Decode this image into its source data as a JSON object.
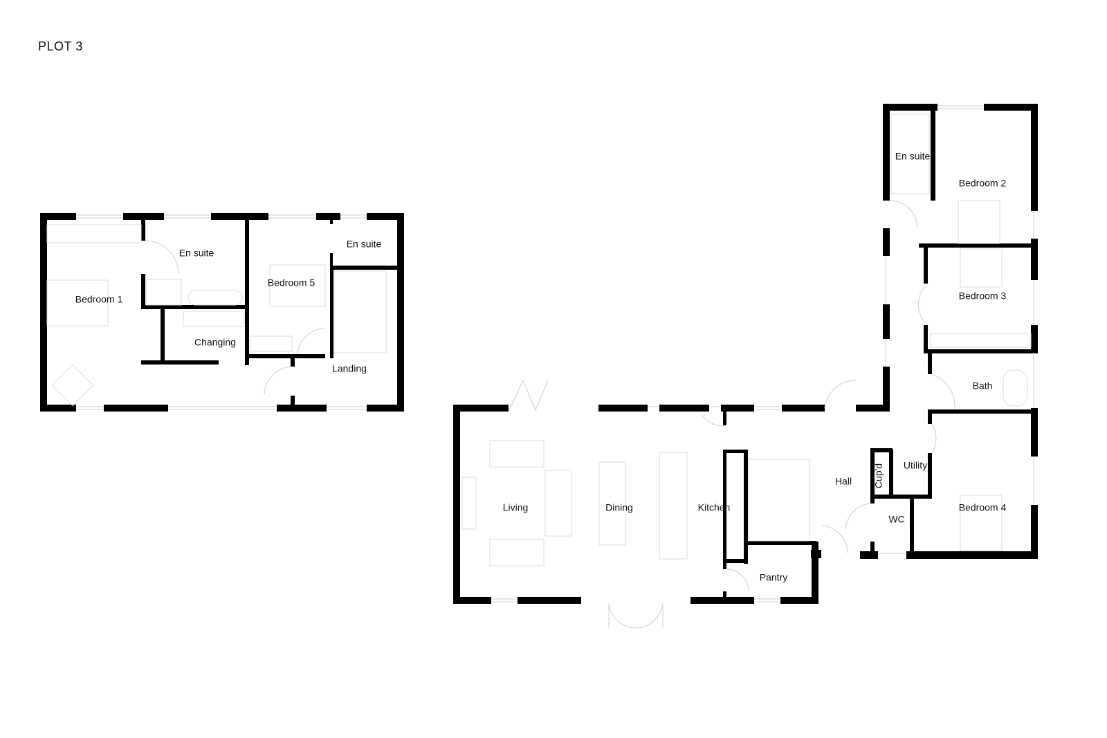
{
  "plan": {
    "title": "PLOT 3",
    "first_floor": {
      "rooms": [
        "Bedroom 1",
        "En suite",
        "Bedroom 5",
        "En suite",
        "Changing",
        "Landing"
      ]
    },
    "ground_floor": {
      "rooms": [
        "Living",
        "Dining",
        "Kitchen",
        "Pantry",
        "Hall",
        "Cup'd",
        "Utility",
        "WC",
        "En suite",
        "Bedroom 2",
        "Bedroom 3",
        "Bath",
        "Bedroom 4"
      ]
    }
  },
  "colors": {
    "wall": "#000000",
    "fixture": "#dcdcdc"
  }
}
